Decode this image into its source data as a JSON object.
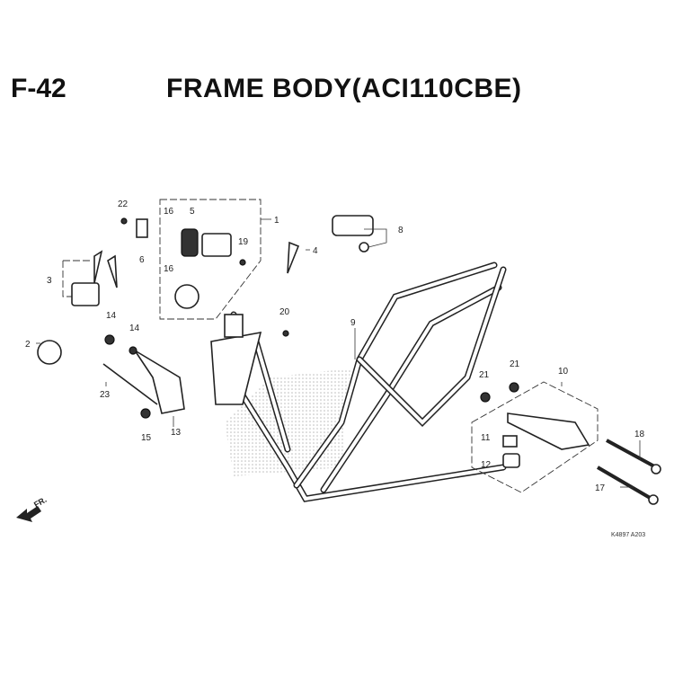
{
  "header": {
    "code": "F-42",
    "title": "FRAME BODY(ACI110CBE)"
  },
  "direction_marker": "FR.",
  "reference_code": "K4897 A203",
  "callouts": [
    "1",
    "2",
    "3",
    "4",
    "5",
    "6",
    "8",
    "9",
    "10",
    "11",
    "12",
    "13",
    "14",
    "14",
    "15",
    "16",
    "16",
    "17",
    "18",
    "19",
    "20",
    "21",
    "21",
    "22",
    "23"
  ]
}
